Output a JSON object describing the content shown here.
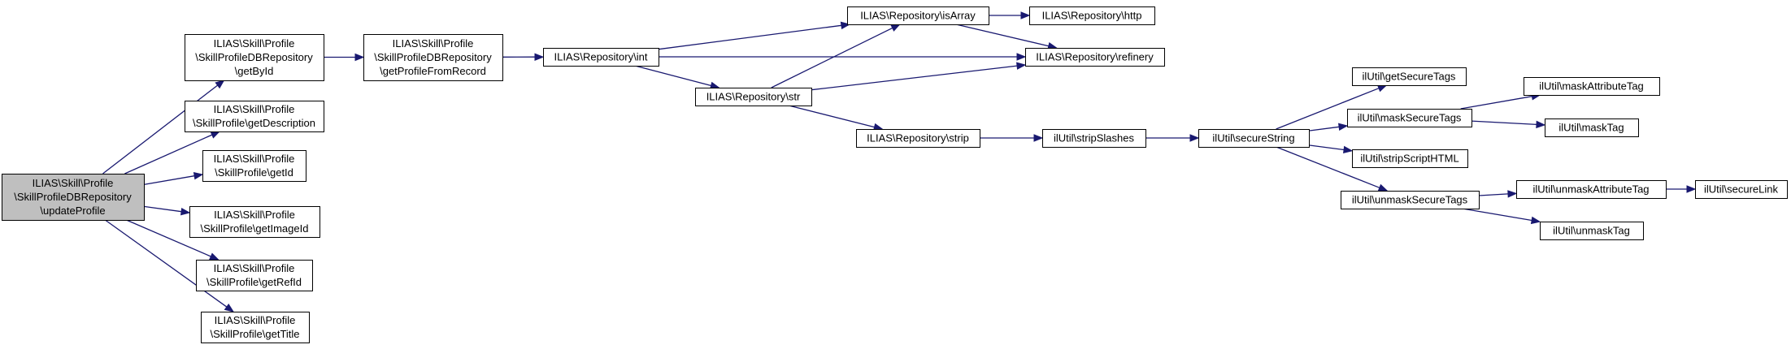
{
  "colors": {
    "edge": "#191970",
    "node_fill": "#ffffff",
    "root_fill": "#bfbfbf",
    "border": "#000000"
  },
  "nodes": [
    {
      "id": "updateProfile",
      "lines": [
        "ILIAS\\Skill\\Profile",
        "\\SkillProfileDBRepository",
        "\\updateProfile"
      ],
      "root": true
    },
    {
      "id": "getById",
      "lines": [
        "ILIAS\\Skill\\Profile",
        "\\SkillProfileDBRepository",
        "\\getById"
      ]
    },
    {
      "id": "getDescription",
      "lines": [
        "ILIAS\\Skill\\Profile",
        "\\SkillProfile\\getDescription"
      ]
    },
    {
      "id": "getId",
      "lines": [
        "ILIAS\\Skill\\Profile",
        "\\SkillProfile\\getId"
      ]
    },
    {
      "id": "getImageId",
      "lines": [
        "ILIAS\\Skill\\Profile",
        "\\SkillProfile\\getImageId"
      ]
    },
    {
      "id": "getRefId",
      "lines": [
        "ILIAS\\Skill\\Profile",
        "\\SkillProfile\\getRefId"
      ]
    },
    {
      "id": "getTitle",
      "lines": [
        "ILIAS\\Skill\\Profile",
        "\\SkillProfile\\getTitle"
      ]
    },
    {
      "id": "getProfileFromRecord",
      "lines": [
        "ILIAS\\Skill\\Profile",
        "\\SkillProfileDBRepository",
        "\\getProfileFromRecord"
      ]
    },
    {
      "id": "repoInt",
      "lines": [
        "ILIAS\\Repository\\int"
      ]
    },
    {
      "id": "repoIsArray",
      "lines": [
        "ILIAS\\Repository\\isArray"
      ]
    },
    {
      "id": "repoStr",
      "lines": [
        "ILIAS\\Repository\\str"
      ]
    },
    {
      "id": "repoHttp",
      "lines": [
        "ILIAS\\Repository\\http"
      ]
    },
    {
      "id": "repoRefinery",
      "lines": [
        "ILIAS\\Repository\\refinery"
      ]
    },
    {
      "id": "repoStrip",
      "lines": [
        "ILIAS\\Repository\\strip"
      ]
    },
    {
      "id": "stripSlashes",
      "lines": [
        "ilUtil\\stripSlashes"
      ]
    },
    {
      "id": "secureString",
      "lines": [
        "ilUtil\\secureString"
      ]
    },
    {
      "id": "getSecureTags",
      "lines": [
        "ilUtil\\getSecureTags"
      ]
    },
    {
      "id": "maskSecureTags",
      "lines": [
        "ilUtil\\maskSecureTags"
      ]
    },
    {
      "id": "stripScriptHTML",
      "lines": [
        "ilUtil\\stripScriptHTML"
      ]
    },
    {
      "id": "unmaskSecureTags",
      "lines": [
        "ilUtil\\unmaskSecureTags"
      ]
    },
    {
      "id": "maskAttributeTag",
      "lines": [
        "ilUtil\\maskAttributeTag"
      ]
    },
    {
      "id": "maskTag",
      "lines": [
        "ilUtil\\maskTag"
      ]
    },
    {
      "id": "unmaskAttributeTag",
      "lines": [
        "ilUtil\\unmaskAttributeTag"
      ]
    },
    {
      "id": "unmaskTag",
      "lines": [
        "ilUtil\\unmaskTag"
      ]
    },
    {
      "id": "secureLink",
      "lines": [
        "ilUtil\\secureLink"
      ]
    }
  ],
  "edges": [
    [
      "updateProfile",
      "getById"
    ],
    [
      "updateProfile",
      "getDescription"
    ],
    [
      "updateProfile",
      "getId"
    ],
    [
      "updateProfile",
      "getImageId"
    ],
    [
      "updateProfile",
      "getRefId"
    ],
    [
      "updateProfile",
      "getTitle"
    ],
    [
      "getById",
      "getProfileFromRecord"
    ],
    [
      "getProfileFromRecord",
      "repoInt"
    ],
    [
      "repoInt",
      "repoIsArray"
    ],
    [
      "repoInt",
      "repoRefinery"
    ],
    [
      "repoInt",
      "repoStr"
    ],
    [
      "repoIsArray",
      "repoHttp"
    ],
    [
      "repoIsArray",
      "repoRefinery"
    ],
    [
      "repoStr",
      "repoIsArray"
    ],
    [
      "repoStr",
      "repoRefinery"
    ],
    [
      "repoStr",
      "repoStrip"
    ],
    [
      "repoStrip",
      "stripSlashes"
    ],
    [
      "stripSlashes",
      "secureString"
    ],
    [
      "secureString",
      "getSecureTags"
    ],
    [
      "secureString",
      "maskSecureTags"
    ],
    [
      "secureString",
      "stripScriptHTML"
    ],
    [
      "secureString",
      "unmaskSecureTags"
    ],
    [
      "maskSecureTags",
      "maskAttributeTag"
    ],
    [
      "maskSecureTags",
      "maskTag"
    ],
    [
      "unmaskSecureTags",
      "unmaskAttributeTag"
    ],
    [
      "unmaskSecureTags",
      "unmaskTag"
    ],
    [
      "unmaskAttributeTag",
      "secureLink"
    ]
  ]
}
